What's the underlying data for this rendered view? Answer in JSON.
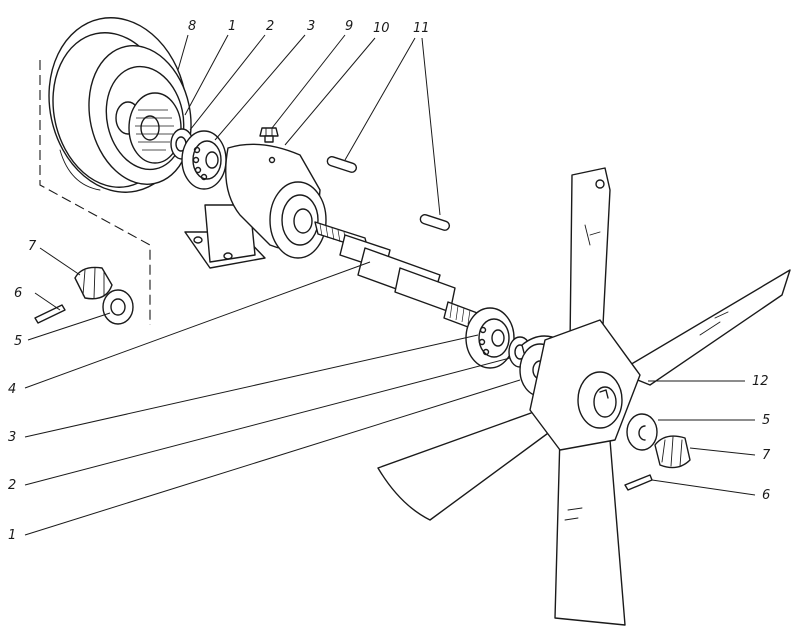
{
  "labels": [
    {
      "id": "l8",
      "text": "8"
    },
    {
      "id": "l1t",
      "text": "1"
    },
    {
      "id": "l2t",
      "text": "2"
    },
    {
      "id": "l3t",
      "text": "3"
    },
    {
      "id": "l9",
      "text": "9"
    },
    {
      "id": "l10",
      "text": "10"
    },
    {
      "id": "l11",
      "text": "11"
    },
    {
      "id": "l7l",
      "text": "7"
    },
    {
      "id": "l6l",
      "text": "6"
    },
    {
      "id": "l5l",
      "text": "5"
    },
    {
      "id": "l4",
      "text": "4"
    },
    {
      "id": "l3b",
      "text": "3"
    },
    {
      "id": "l2b",
      "text": "2"
    },
    {
      "id": "l1b",
      "text": "1"
    },
    {
      "id": "l12",
      "text": "12"
    },
    {
      "id": "l5r",
      "text": "5"
    },
    {
      "id": "l7r",
      "text": "7"
    },
    {
      "id": "l6r",
      "text": "6"
    }
  ]
}
